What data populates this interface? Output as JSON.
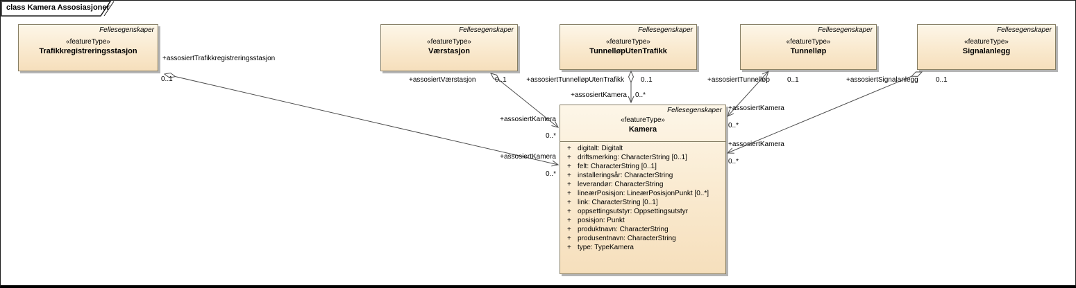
{
  "frame": {
    "title": "class Kamera Assosiasjoner"
  },
  "palette": {
    "box_fill_top": "#fdf6e8",
    "box_fill_bottom": "#f6dfbc",
    "box_border": "#857d63",
    "box_shadow": "#b4b4b4",
    "line": "#4d4d4d",
    "text": "#000000"
  },
  "classes": [
    {
      "package": "Fellesegenskaper",
      "stereotype": "«featureType»",
      "name": "Trafikkregistreringsstasjon"
    },
    {
      "package": "Fellesegenskaper",
      "stereotype": "«featureType»",
      "name": "Værstasjon"
    },
    {
      "package": "Fellesegenskaper",
      "stereotype": "«featureType»",
      "name": "TunnelløpUtenTrafikk"
    },
    {
      "package": "Fellesegenskaper",
      "stereotype": "«featureType»",
      "name": "Tunnelløp"
    },
    {
      "package": "Fellesegenskaper",
      "stereotype": "«featureType»",
      "name": "Signalanlegg"
    }
  ],
  "kamera": {
    "package": "Fellesegenskaper",
    "stereotype": "«featureType»",
    "name": "Kamera",
    "visibility": "+",
    "attributes": [
      "digitalt: Digitalt",
      "driftsmerking: CharacterString [0..1]",
      "felt: CharacterString [0..1]",
      "installeringsår: CharacterString",
      "leverandør: CharacterString",
      "lineærPosisjon: LineærPosisjonPunkt [0..*]",
      "link: CharacterString [0..1]",
      "oppsettingsutstyr: Oppsettingsutstyr",
      "posisjon: Punkt",
      "produktnavn: CharacterString",
      "produsentnavn: CharacterString",
      "type: TypeKamera"
    ]
  },
  "associations": [
    {
      "role": "+assosiertTrafikkregistreringsstasjon",
      "role_mult": "0..1",
      "kamera_role": "+assosiertKamera",
      "kamera_mult": "0..*"
    },
    {
      "role": "+assosiertVærstasjon",
      "role_mult": "0..1",
      "kamera_role": "+assosiertKamera",
      "kamera_mult": "0..*"
    },
    {
      "role": "+assosiertTunnelløpUtenTrafikk",
      "role_mult": "0..1",
      "kamera_role": "+assosiertKamera",
      "kamera_mult": "0..*"
    },
    {
      "role": "+assosiertTunnelløp",
      "role_mult": "0..1",
      "kamera_role": "+assosiertKamera",
      "kamera_mult": "0..*"
    },
    {
      "role": "+assosiertSignalanlegg",
      "role_mult": "0..1",
      "kamera_role": "+assosiertKamera",
      "kamera_mult": "0..*"
    }
  ]
}
